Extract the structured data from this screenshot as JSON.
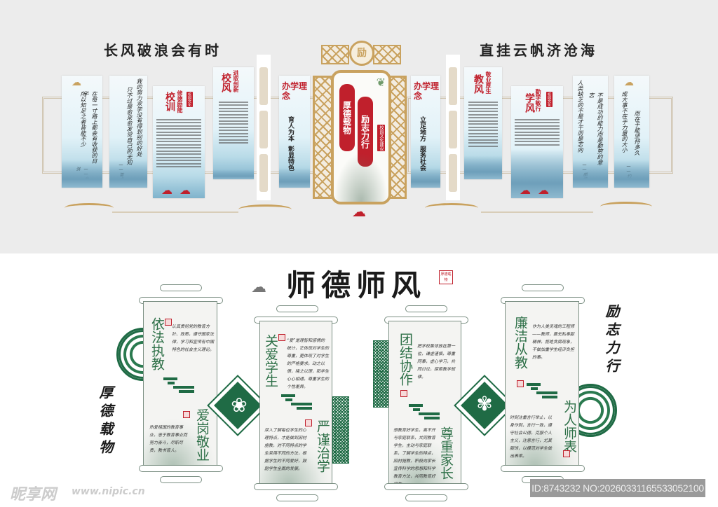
{
  "top_wall": {
    "slogan_left": "长风破浪会有时",
    "slogan_right": "直挂云帆济沧海",
    "center_emblem": "励",
    "center_red_banner_1": "厚德载物",
    "center_red_banner_2": "励志力行",
    "center_red_badge": "校园文化建设",
    "panels": [
      {
        "id": "quote-left-1",
        "lines": [
          "在每一寸路上都会有收获的日子",
          "所以知足之者皆能不少"
        ],
        "author": "——俞敏洪"
      },
      {
        "id": "quote-left-2",
        "lines": [
          "我的努力求学没有得到别的好处",
          "只不过是愈来愈发觉自己的无知"
        ],
        "author": "——笛卡儿"
      },
      {
        "id": "school-motto",
        "title": "校训",
        "subtitle": "修德励能",
        "badge": "校园文化"
      },
      {
        "id": "school-style",
        "title": "校风",
        "subtitle": "进取创新"
      },
      {
        "id": "philosophy-left",
        "title": "办学理念",
        "lines": [
          "育人为本",
          "彰显特色"
        ]
      },
      {
        "id": "philosophy-right",
        "title": "办学理念",
        "lines": [
          "立足地方",
          "服务社会"
        ]
      },
      {
        "id": "teaching-style",
        "title": "教风",
        "subtitle": "敬业厚生"
      },
      {
        "id": "study-style",
        "title": "学风",
        "subtitle": "勤学敏行",
        "badge": "校园文化"
      },
      {
        "id": "quote-right-1",
        "lines": [
          "人类缺乏的不是才干而是志向",
          "不是成功的能力而是勤劳的意志"
        ],
        "author": "——郝傅卫"
      },
      {
        "id": "quote-right-2",
        "lines": [
          "成大事不在于力量的大小",
          "而在于能坚持多久"
        ],
        "author": "——约翰逊"
      }
    ]
  },
  "bottom_wall": {
    "main_title": "师德师风",
    "seal_text": "厚德载物",
    "side_left": "厚德载物",
    "side_right": "励志力行",
    "scrolls": [
      {
        "top_title": "依法执教",
        "top_text": "认真贯彻党的教育方针、政策，遵守国家法律，学习和宣传有中国特色的社会主义理论。",
        "bottom_title": "爱岗敬业",
        "bottom_text": "热爱祖国的教育事业，忠于教育事业而努力奋斗，尽职尽责，教书育人。"
      },
      {
        "top_title": "关爱学生",
        "top_text": "“爱”是理智和感情的统计，它体现对学生的尊重，更体现了对学生的严格要求。动之以情，晓之以理，和学生心心相通，尊重学生的个性差异。",
        "bottom_title": "严谨治学",
        "bottom_text": "深入了解每位学生的心理特点，才能做到因材施教，对不同特点的学生采用不同的方法，根据学生的不同爱好，鼓励学生全面的发展。"
      },
      {
        "top_title": "团结协作",
        "top_text": "把学校集体放在第一位，谦虚谨慎，尊重同事，虚心学习，共同讨论，探索教学规律。",
        "bottom_title": "尊重家长",
        "bottom_text": "想教育好学生，离不开与家庭联系，共同教育学生，主动与家庭联系，了解学生的特点，因材施教，积极向家长宣传科学的思想和科学教育方法，共同教育好学生。"
      },
      {
        "top_title": "廉洁从教",
        "top_text": "作为人类灵魂的工程师——教师，要无私奉献精神，拒绝贪腐现象，不做加重学生经济负担的事。",
        "bottom_title": "为人师表",
        "bottom_text": "时刻注重言行举止，以身作则，言行一致，遵守社会公德，克服个人主义，注意言行，尤其服饰，以模范对学生做出表率。"
      }
    ]
  },
  "watermark": {
    "site_cn": "昵享网",
    "site_url": "www.nipic.cn",
    "id_text": "ID:8743232 NO:20260331165533052100"
  },
  "colors": {
    "red": "#c0202c",
    "gold": "#c9a25f",
    "green": "#1f6b45",
    "beige": "#cfc3ae"
  }
}
